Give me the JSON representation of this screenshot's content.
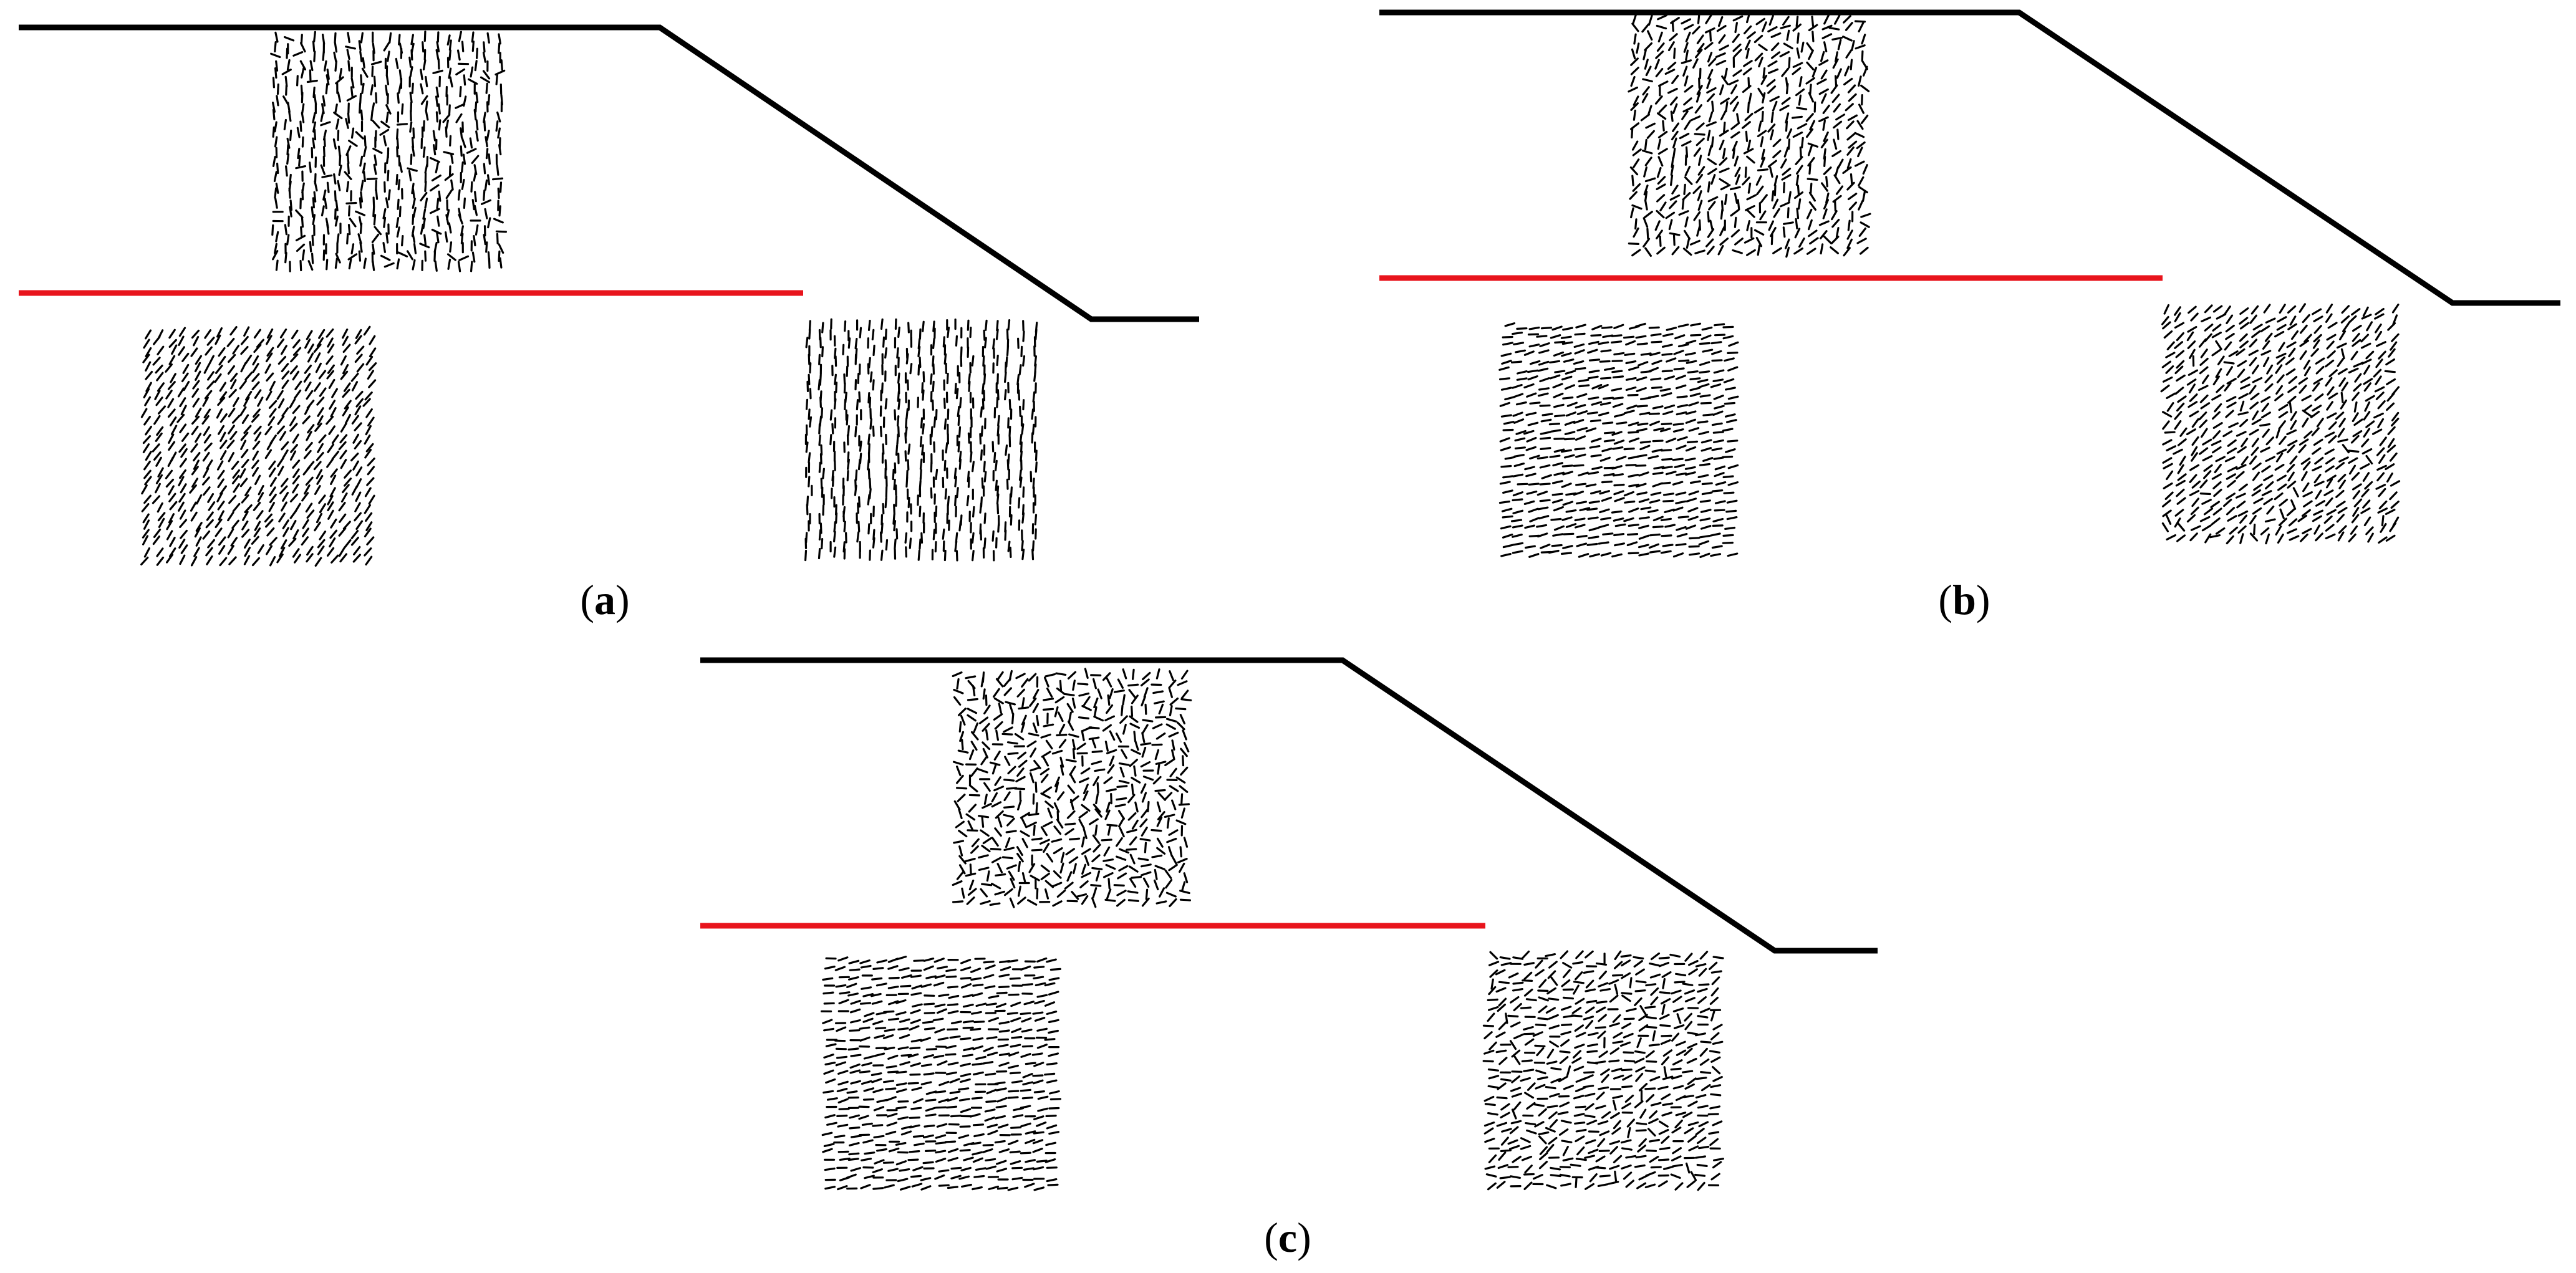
{
  "figure": {
    "panels": [
      {
        "id": "a",
        "label_open": "(",
        "letter": "a",
        "label_close": ")",
        "insets": [
          {
            "position": "top",
            "orientation_deg": 90,
            "spread_deg": 12,
            "disorder_fraction": 0.18
          },
          {
            "position": "bottom-left",
            "orientation_deg": 55,
            "spread_deg": 8,
            "disorder_fraction": 0.0
          },
          {
            "position": "bottom-right",
            "orientation_deg": 88,
            "spread_deg": 5,
            "disorder_fraction": 0.0
          }
        ]
      },
      {
        "id": "b",
        "label_open": "(",
        "letter": "b",
        "label_close": ")",
        "insets": [
          {
            "position": "top",
            "orientation_deg": 60,
            "spread_deg": 38,
            "disorder_fraction": 0.25
          },
          {
            "position": "bottom-left",
            "orientation_deg": 12,
            "spread_deg": 10,
            "disorder_fraction": 0.0
          },
          {
            "position": "bottom-right",
            "orientation_deg": 42,
            "spread_deg": 18,
            "disorder_fraction": 0.1
          }
        ]
      },
      {
        "id": "c",
        "label_open": "(",
        "letter": "c",
        "label_close": ")",
        "insets": [
          {
            "position": "top",
            "orientation_deg": 60,
            "spread_deg": 70,
            "disorder_fraction": 0.5
          },
          {
            "position": "bottom-left",
            "orientation_deg": 10,
            "spread_deg": 12,
            "disorder_fraction": 0.0
          },
          {
            "position": "bottom-right",
            "orientation_deg": 20,
            "spread_deg": 30,
            "disorder_fraction": 0.15
          }
        ]
      }
    ],
    "colors": {
      "profile_line": "#000000",
      "interface_line": "#e8141c",
      "fiber": "#000000",
      "background": "#ffffff"
    }
  }
}
